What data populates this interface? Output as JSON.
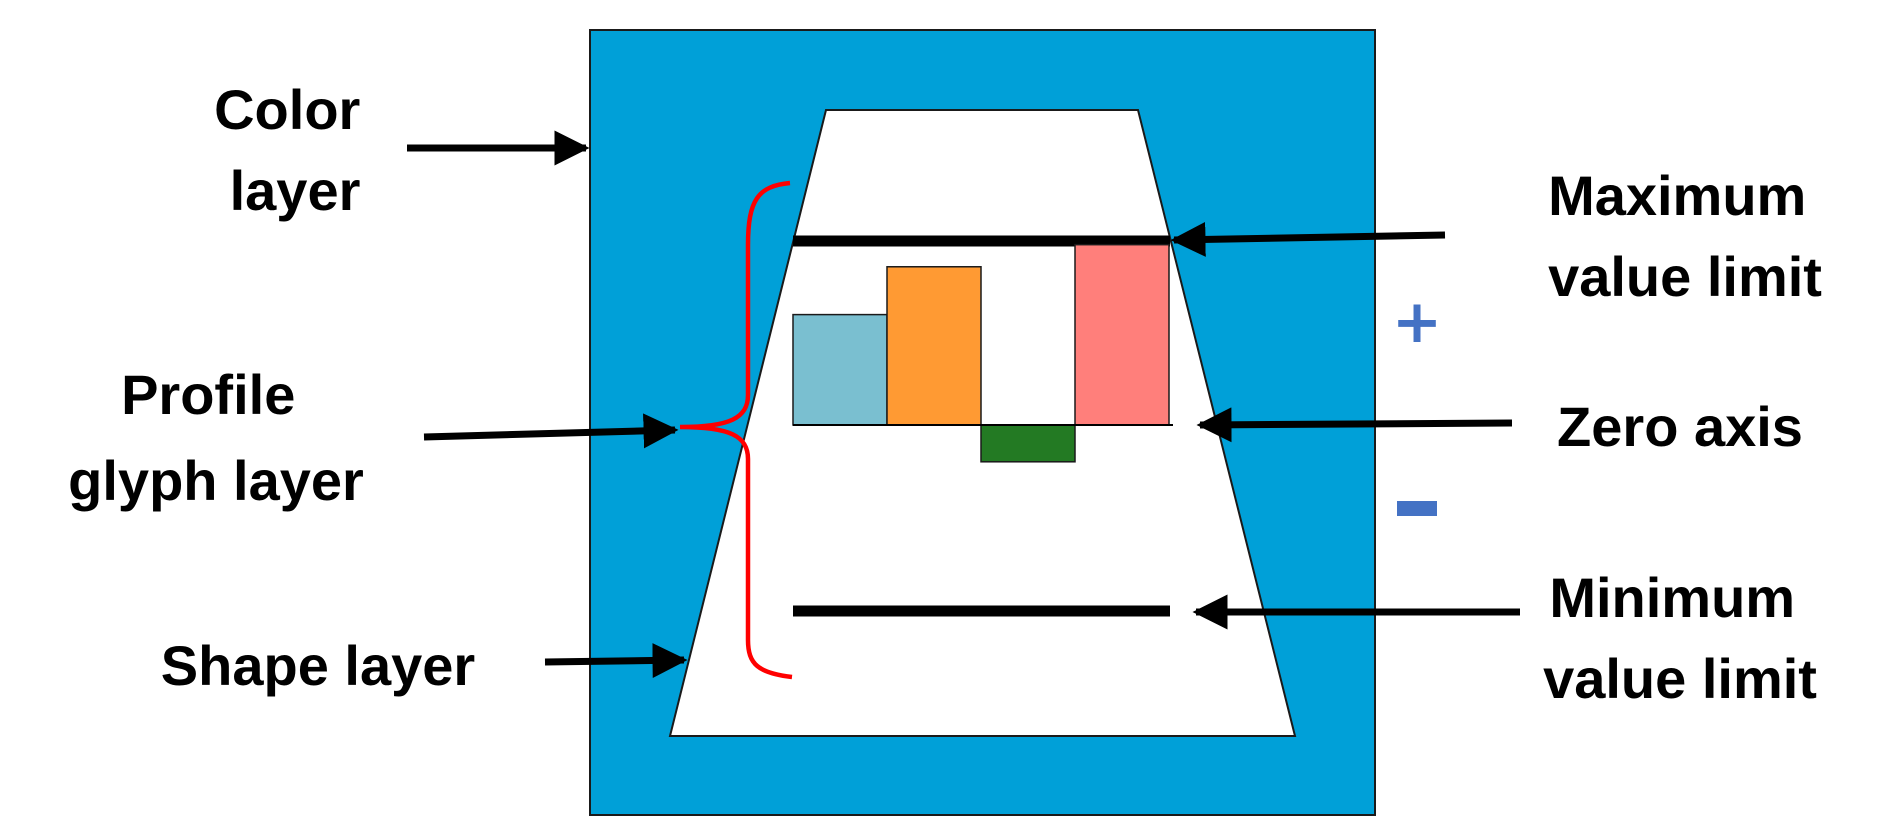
{
  "colors": {
    "color_layer": "#00A0D8",
    "shape_layer": "#FFFFFF",
    "brace": "#FF0000",
    "sign": "#4472C4",
    "limit_line": "#000000"
  },
  "labels": {
    "color_layer": [
      "Color",
      "layer"
    ],
    "profile_glyph_layer": [
      "Profile",
      "glyph layer"
    ],
    "shape_layer": [
      "Shape layer"
    ],
    "maximum_value_limit": [
      "Maximum",
      "value limit"
    ],
    "zero_axis": [
      "Zero axis"
    ],
    "minimum_value_limit": [
      "Minimum",
      "value limit"
    ],
    "plus_sign": "+",
    "minus_sign": "–"
  },
  "chart_data": {
    "type": "bar",
    "values": [
      3,
      4.3,
      -1,
      4.9
    ],
    "colors": [
      "#7ABFD0",
      "#FF9A33",
      "#237A23",
      "#FF7F7B"
    ],
    "ylim": [
      -5,
      5
    ]
  }
}
